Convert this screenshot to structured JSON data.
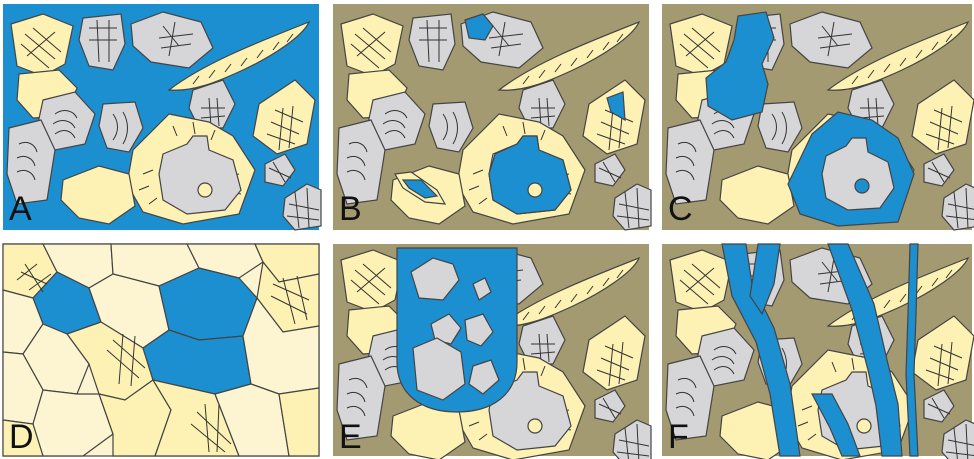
{
  "figure": {
    "panels": [
      {
        "id": "A",
        "label": "A"
      },
      {
        "id": "B",
        "label": "B"
      },
      {
        "id": "C",
        "label": "C"
      },
      {
        "id": "D",
        "label": "D"
      },
      {
        "id": "E",
        "label": "E"
      },
      {
        "id": "F",
        "label": "F"
      }
    ]
  },
  "colors": {
    "pore_blue": "#1b8fd0",
    "matrix_brown": "#a49a72",
    "grain_yellow": "#fdf2b4",
    "grain_grey": "#d6d6d8",
    "cell_cream": "#fdf5d2",
    "line_dark": "#444444",
    "background": "#ffffff"
  }
}
